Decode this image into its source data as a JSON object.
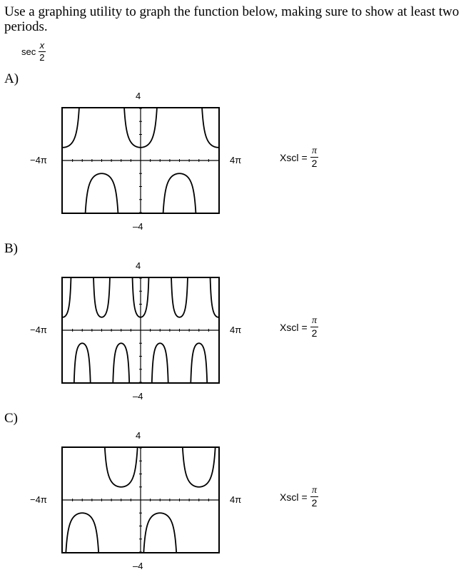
{
  "question": {
    "prompt": "Use a graphing utility to graph the function below, making sure to show at least two periods.",
    "function": {
      "name": "sec",
      "numerator": "x",
      "denominator": "2"
    }
  },
  "choices": [
    {
      "label": "A)",
      "window": {
        "y_max_label": "4",
        "y_min_label": "–4",
        "x_min_label": "−4π",
        "x_max_label": "4π"
      },
      "xscl": {
        "label": "Xscl",
        "equals": "=",
        "numerator": "π",
        "denominator": "2"
      }
    },
    {
      "label": "B)",
      "window": {
        "y_max_label": "4",
        "y_min_label": "–4",
        "x_min_label": "−4π",
        "x_max_label": "4π"
      },
      "xscl": {
        "label": "Xscl",
        "equals": "=",
        "numerator": "π",
        "denominator": "2"
      }
    },
    {
      "label": "C)",
      "window": {
        "y_max_label": "4",
        "y_min_label": "–4",
        "x_min_label": "−4π",
        "x_max_label": "4π"
      },
      "xscl": {
        "label": "Xscl",
        "equals": "=",
        "numerator": "π",
        "denominator": "2"
      }
    }
  ],
  "graphs": [
    {
      "function": "sec(x/2)",
      "x_range": [
        -12.566,
        12.566
      ],
      "y_range": [
        -4,
        4
      ],
      "tick_spacing": 1.5708
    },
    {
      "function": "sec(x)",
      "x_range": [
        -12.566,
        12.566
      ],
      "y_range": [
        -4,
        4
      ],
      "tick_spacing": 1.5708
    },
    {
      "function": "sec(x/2 + pi/2)",
      "x_range": [
        -12.566,
        12.566
      ],
      "y_range": [
        -4,
        4
      ],
      "tick_spacing": 1.5708
    }
  ],
  "colors": {
    "ink": "#000000",
    "paper": "#ffffff"
  }
}
